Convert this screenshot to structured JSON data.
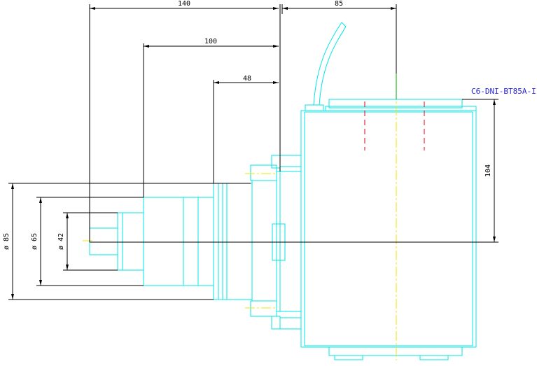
{
  "dimensions": {
    "len_140": "140",
    "len_85": "85",
    "len_100": "100",
    "len_48": "48",
    "dia_85": "ø 85",
    "dia_65": "ø 65",
    "dia_42": "ø 42",
    "height_104": "104"
  },
  "part_label": "C6-DNI-BT85A-I",
  "colors": {
    "body": "#00e5e5",
    "dimension": "#000000",
    "centerline": "#f2e600",
    "hidden": "#e0001a",
    "label": "#2b2bd6",
    "green": "#00a000"
  }
}
